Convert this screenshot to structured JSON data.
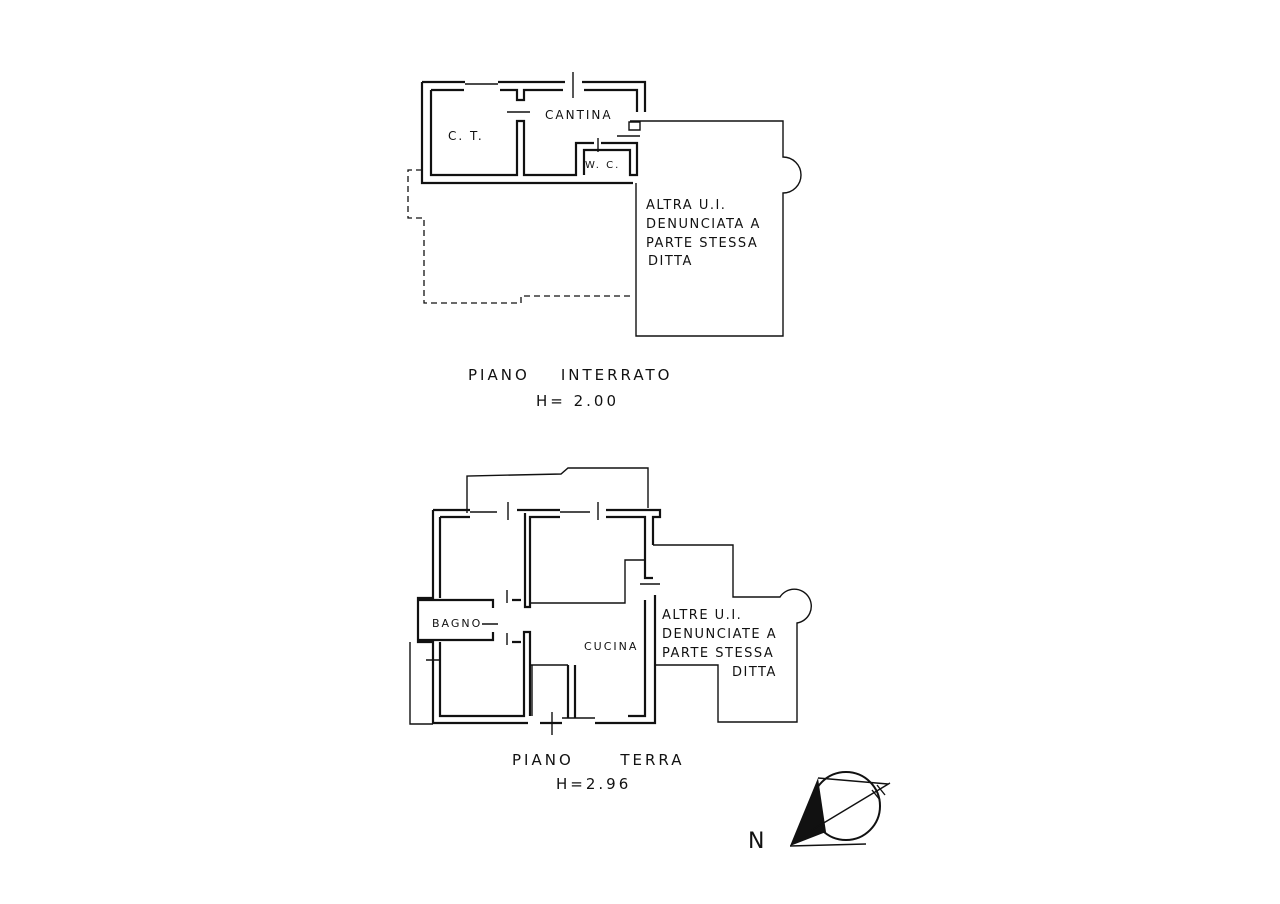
{
  "top_plan": {
    "title": "PIANO    INTERRATO",
    "height": "H= 2.00",
    "rooms": {
      "ct": "C. T.",
      "cantina": "CANTINA",
      "wc": "W. C."
    },
    "other_unit": [
      "ALTRA  U.I.",
      "DENUNCIATA  A",
      "PARTE  STESSA",
      "DITTA"
    ]
  },
  "bottom_plan": {
    "title": "PIANO      TERRA",
    "height": "H=2.96",
    "rooms": {
      "bagno": "BAGNO",
      "cucina": "CUCINA"
    },
    "other_unit": [
      "ALTRE  U.I.",
      "DENUNCIATE  A",
      "PARTE  STESSA",
      "DITTA"
    ]
  },
  "compass": {
    "north_label": "N"
  }
}
